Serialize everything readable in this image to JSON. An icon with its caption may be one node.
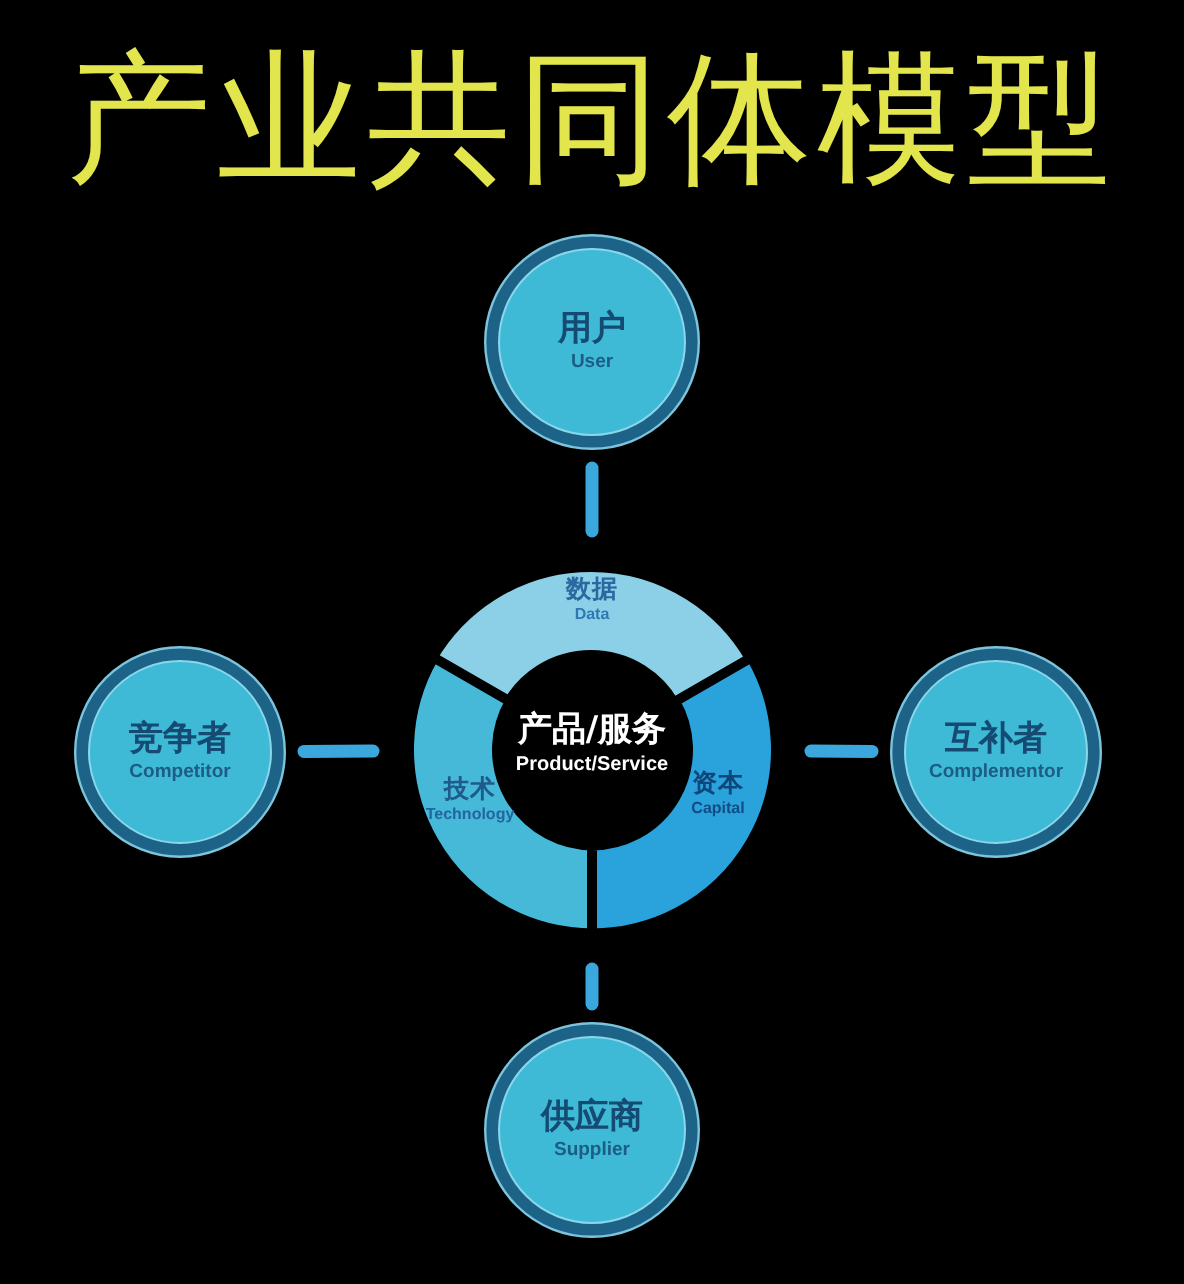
{
  "diagram": {
    "title": "产业共同体模型",
    "nodes": [
      {
        "text": [
          "用户",
          "User"
        ]
      },
      {
        "text": [],
        "shape": "circle"
      },
      {
        "text": [
          "数据",
          "Data"
        ],
        "in": 1
      },
      {
        "text": [
          "竞争者",
          "Competitor"
        ]
      },
      {
        "text": [
          "产品/服务",
          "Product/Service"
        ],
        "in": 1
      },
      {
        "text": [
          "互补者",
          "Complementor"
        ]
      },
      {
        "text": [
          "技术",
          "Technology"
        ],
        "in": 1
      },
      {
        "text": [
          "资本",
          "Capital"
        ],
        "in": 1
      },
      {
        "text": [
          "供应商",
          "Supplier"
        ]
      }
    ],
    "edges": [
      {
        "from": 0,
        "to": 1,
        "arrow": "none"
      },
      {
        "from": 3,
        "to": 1,
        "arrow": "none"
      },
      {
        "from": 5,
        "to": 1,
        "arrow": "none"
      },
      {
        "from": 8,
        "to": 1,
        "arrow": "none"
      }
    ]
  }
}
